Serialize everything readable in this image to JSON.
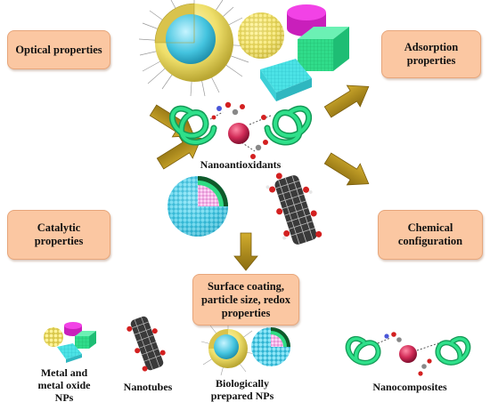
{
  "center_label": "Nanoantioxidants",
  "properties": {
    "optical": "Optical properties",
    "adsorption": "Adsorption properties",
    "catalytic": "Catalytic properties",
    "chemical": "Chemical configuration",
    "surface": "Surface coating, particle size, redox properties"
  },
  "categories": {
    "metal_oxide": "Metal and metal oxide NPs",
    "nanotubes": "Nanotubes",
    "biological": "Biologically prepared NPs",
    "nanocomposites": "Nanocomposites"
  },
  "colors": {
    "box_fill": "#fbc7a2",
    "arrow": "#a8871a",
    "knot": "#19b86a",
    "sphere_blue": "#4fc8df",
    "cube_green": "#35e090",
    "cube_cyan": "#52e6e6",
    "cylinder_magenta": "#ee2ee0",
    "sphere_yellow": "#eee064",
    "core_red": "#d12b57"
  }
}
